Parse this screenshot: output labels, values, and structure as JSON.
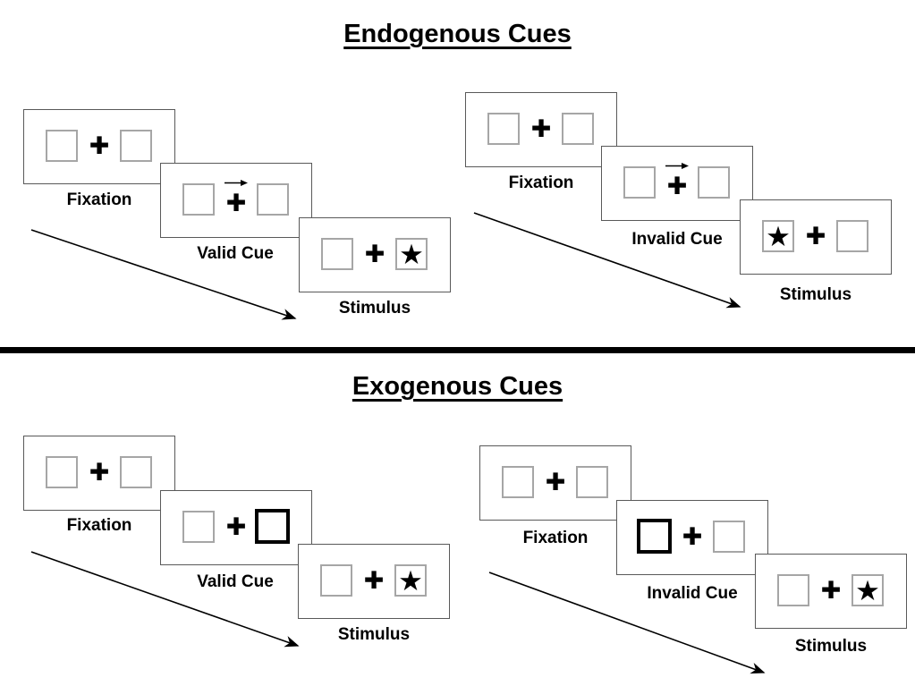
{
  "glyphs": {
    "plus": "✚",
    "star": "★"
  },
  "colors": {
    "background": "#ffffff",
    "panel_border": "#595959",
    "placeholder_box_border": "#a6a6a6",
    "cue_box_border": "#000000",
    "text": "#000000",
    "divider": "#000000"
  },
  "sections": [
    {
      "title": "Endogenous Cues",
      "groups": [
        {
          "condition": "valid",
          "cue_type": "central-arrow-right",
          "target_side": "right",
          "steps": [
            {
              "label": "Fixation"
            },
            {
              "label": "Valid Cue"
            },
            {
              "label": "Stimulus"
            }
          ]
        },
        {
          "condition": "invalid",
          "cue_type": "central-arrow-right",
          "target_side": "left",
          "steps": [
            {
              "label": "Fixation"
            },
            {
              "label": "Invalid Cue"
            },
            {
              "label": "Stimulus"
            }
          ]
        }
      ]
    },
    {
      "title": "Exogenous Cues",
      "groups": [
        {
          "condition": "valid",
          "cue_type": "peripheral-box-right",
          "target_side": "right",
          "steps": [
            {
              "label": "Fixation"
            },
            {
              "label": "Valid Cue"
            },
            {
              "label": "Stimulus"
            }
          ]
        },
        {
          "condition": "invalid",
          "cue_type": "peripheral-box-left",
          "target_side": "right",
          "steps": [
            {
              "label": "Fixation"
            },
            {
              "label": "Invalid Cue"
            },
            {
              "label": "Stimulus"
            }
          ]
        }
      ]
    }
  ]
}
